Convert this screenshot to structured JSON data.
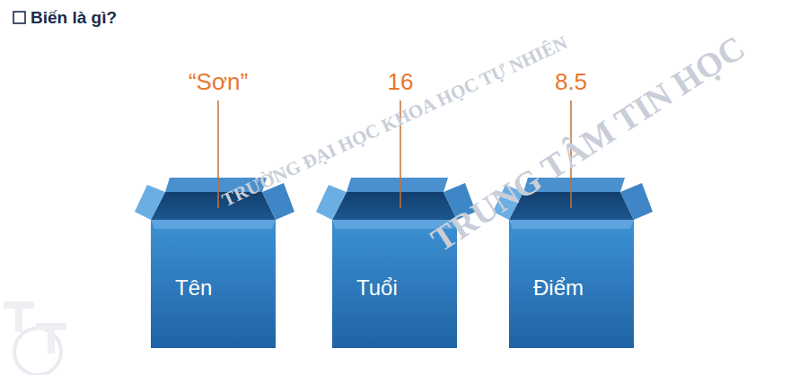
{
  "diagram": {
    "title": "Biến là gì?",
    "nodes": [
      {
        "text": [
          "Tên"
        ]
      },
      {
        "text": [
          "Tuổi"
        ]
      },
      {
        "text": [
          "Điểm"
        ]
      }
    ],
    "labels": [
      "“Sơn”",
      "16",
      "8.5",
      "TRƯỜNG ĐẠI HỌC KHOA HỌC TỰ NHIÊN",
      "TRUNG TÂM TIN HỌC"
    ]
  }
}
